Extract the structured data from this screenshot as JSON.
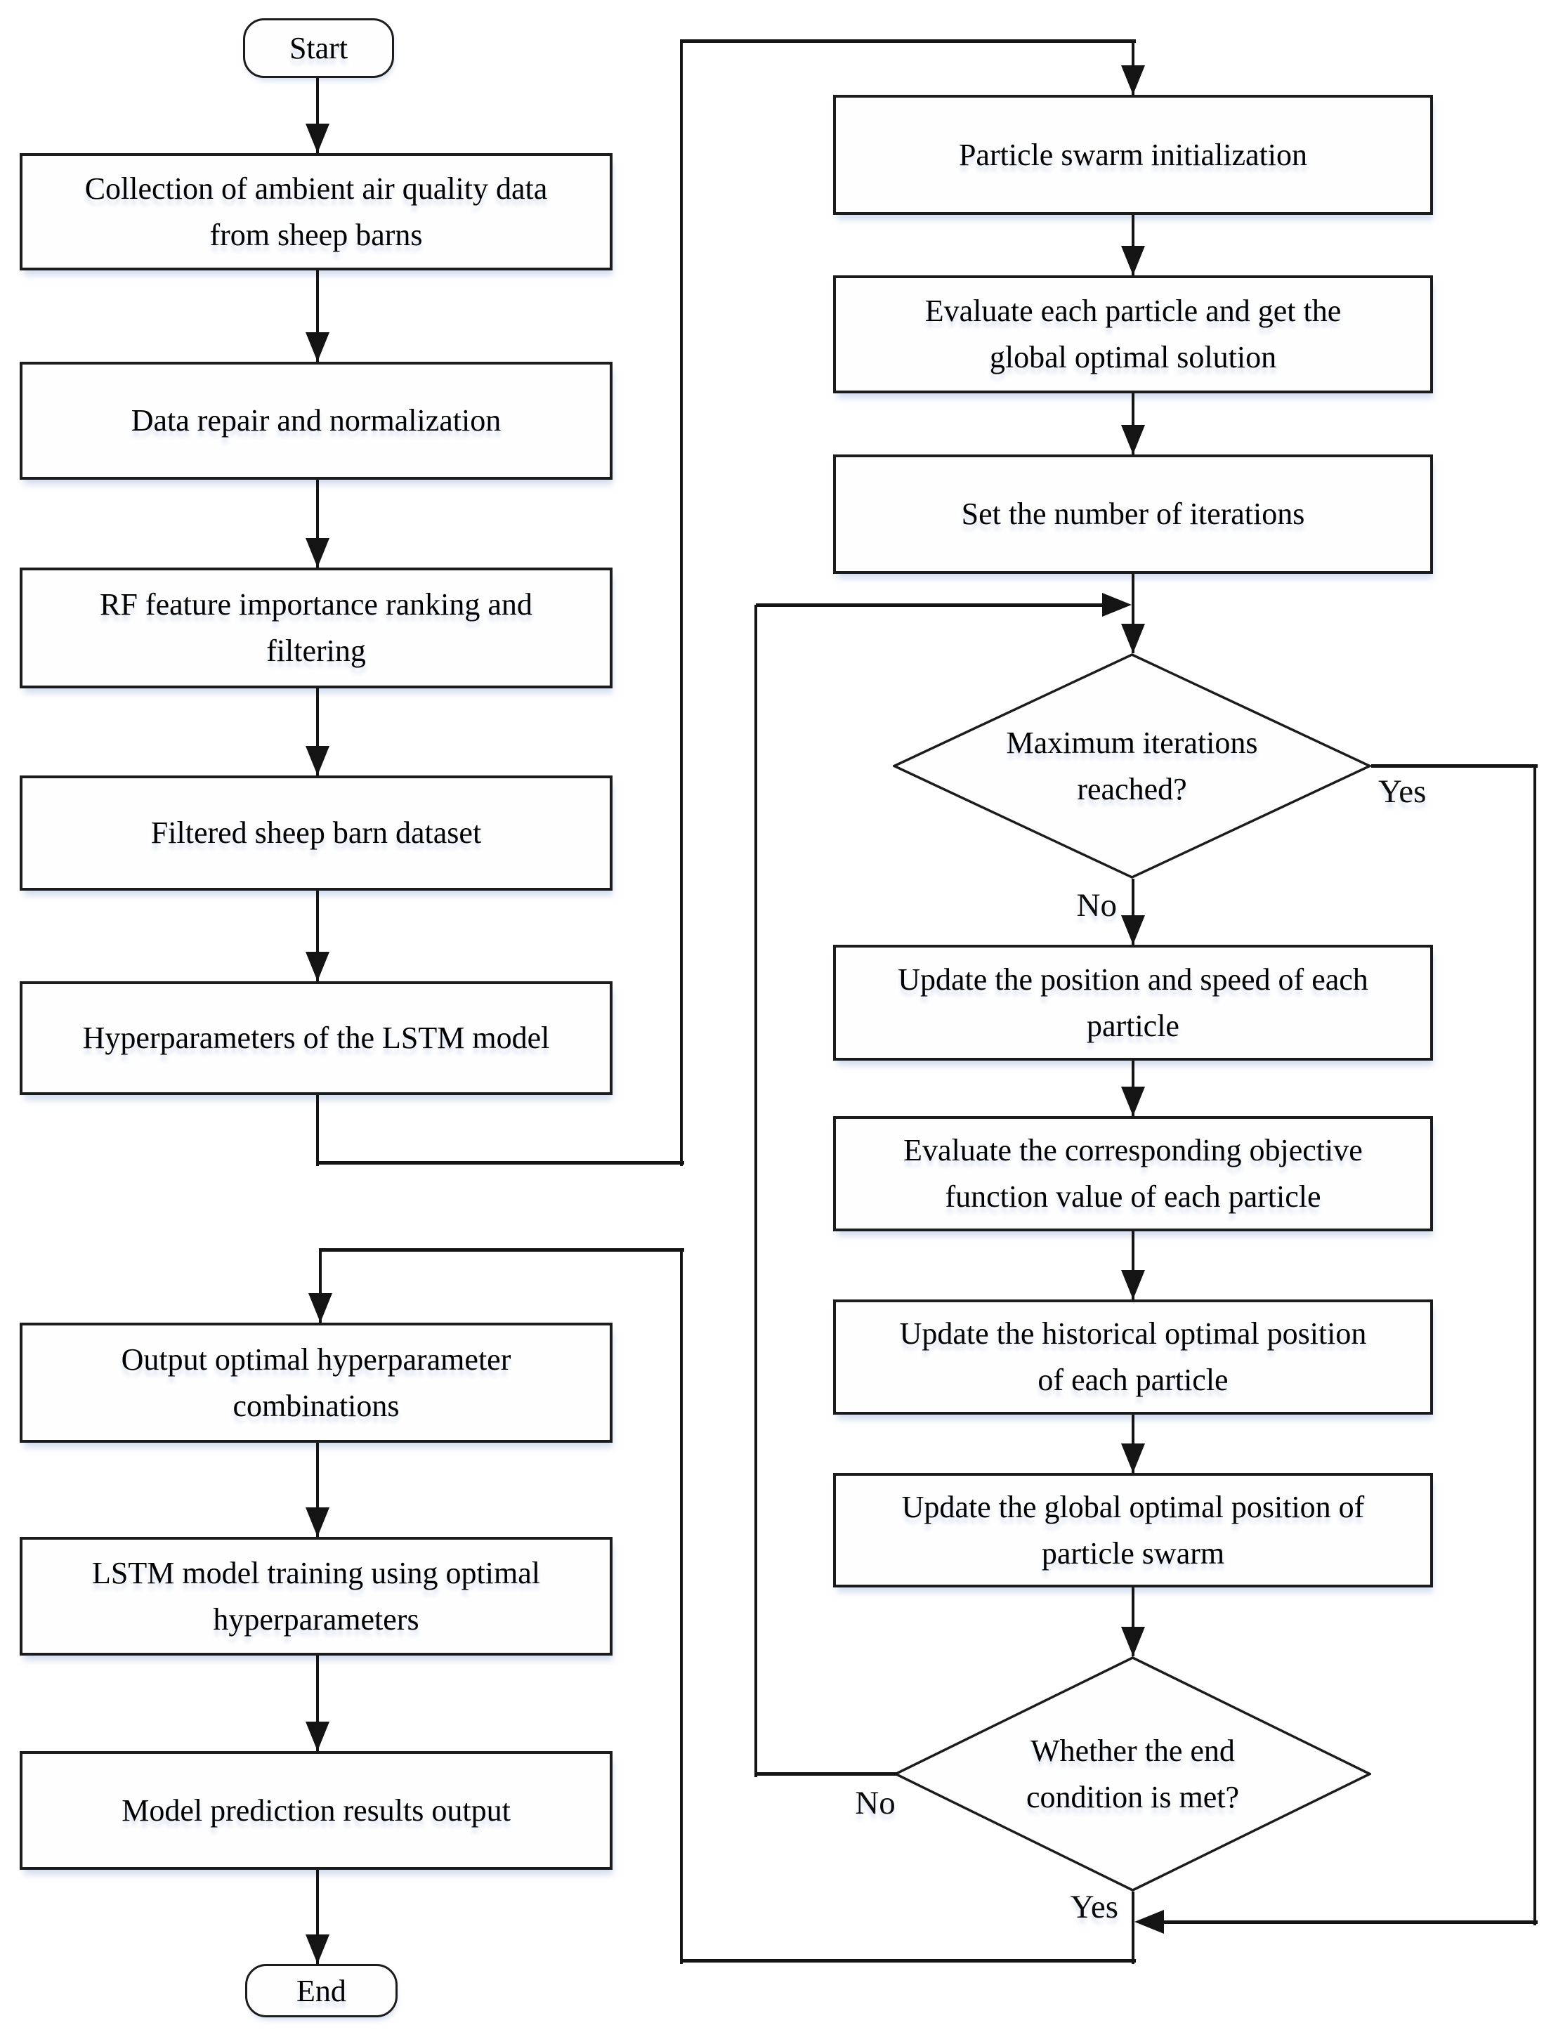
{
  "figure": {
    "background": "#ffffff",
    "stroke_color": "#1c1c1c",
    "text_color": "#000000",
    "shadow_color": "#a5c0e0"
  },
  "nodes": {
    "start": {
      "type": "terminator",
      "label": "Start"
    },
    "collect": {
      "type": "process",
      "label": "Collection of ambient air quality data\nfrom sheep barns"
    },
    "repair": {
      "type": "process",
      "label": "Data repair and normalization"
    },
    "rf": {
      "type": "process",
      "label": "RF feature importance ranking and\nfiltering"
    },
    "filtered": {
      "type": "process",
      "label": "Filtered sheep barn dataset"
    },
    "hyper": {
      "type": "process",
      "label": "Hyperparameters of the LSTM model"
    },
    "output": {
      "type": "process",
      "label": "Output optimal hyperparameter\ncombinations"
    },
    "train": {
      "type": "process",
      "label": "LSTM model training using optimal\nhyperparameters"
    },
    "predict": {
      "type": "process",
      "label": "Model prediction results output"
    },
    "end": {
      "type": "terminator",
      "label": "End"
    },
    "pso": {
      "type": "process",
      "label": "Particle swarm initialization"
    },
    "eval": {
      "type": "process",
      "label": "Evaluate each particle and get the\nglobal optimal solution"
    },
    "setiter": {
      "type": "process",
      "label": "Set the number of iterations"
    },
    "d1": {
      "type": "decision",
      "label": "Maximum iterations\nreached?"
    },
    "updpos": {
      "type": "process",
      "label": "Update the position and speed of each\nparticle"
    },
    "evalobj": {
      "type": "process",
      "label": "Evaluate the corresponding objective\nfunction value of each particle"
    },
    "updhist": {
      "type": "process",
      "label": "Update the historical optimal position\nof each particle"
    },
    "updglob": {
      "type": "process",
      "label": "Update the global optimal position of\nparticle swarm"
    },
    "d2": {
      "type": "decision",
      "label": "Whether the end\ncondition is met?"
    }
  },
  "edge_labels": {
    "d1_yes": "Yes",
    "d1_no": "No",
    "d2_no": "No",
    "d2_yes": "Yes"
  }
}
